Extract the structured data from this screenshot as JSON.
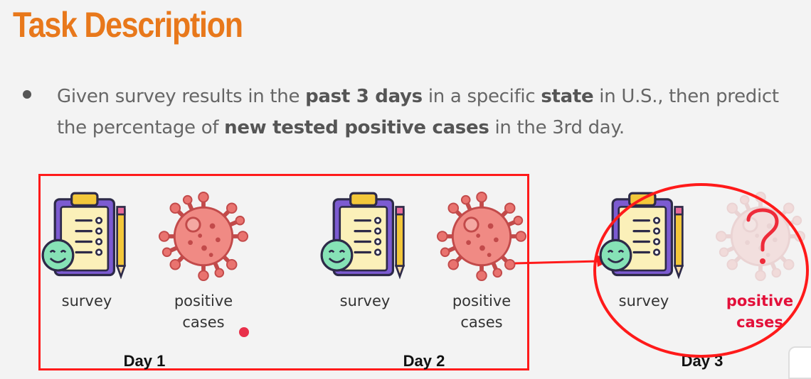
{
  "title": "Task Description",
  "bullet": {
    "part1": "Given survey results in the ",
    "bold1": "past 3 days",
    "part2": " in a specific ",
    "bold2": "state",
    "part3": " in U.S., then predict the percentage of ",
    "bold3": "new tested positive cases",
    "part4": " in the 3rd day."
  },
  "days": [
    {
      "day_label": "Day 1",
      "survey_label": "survey",
      "cases_line1": "positive",
      "cases_line2": "cases"
    },
    {
      "day_label": "Day 2",
      "survey_label": "survey",
      "cases_line1": "positive",
      "cases_line2": "cases"
    },
    {
      "day_label": "Day 3",
      "survey_label": "survey",
      "cases_line1": "positive",
      "cases_line2": "cases"
    }
  ],
  "icons": {
    "survey": "clipboard-survey-icon",
    "cases": "virus-icon",
    "unknown": "question-mark-icon"
  },
  "colors": {
    "title": "#e8781b",
    "highlight": "#ff1a1a",
    "virus": "#e9736f",
    "unknown_label": "#e3103a"
  }
}
